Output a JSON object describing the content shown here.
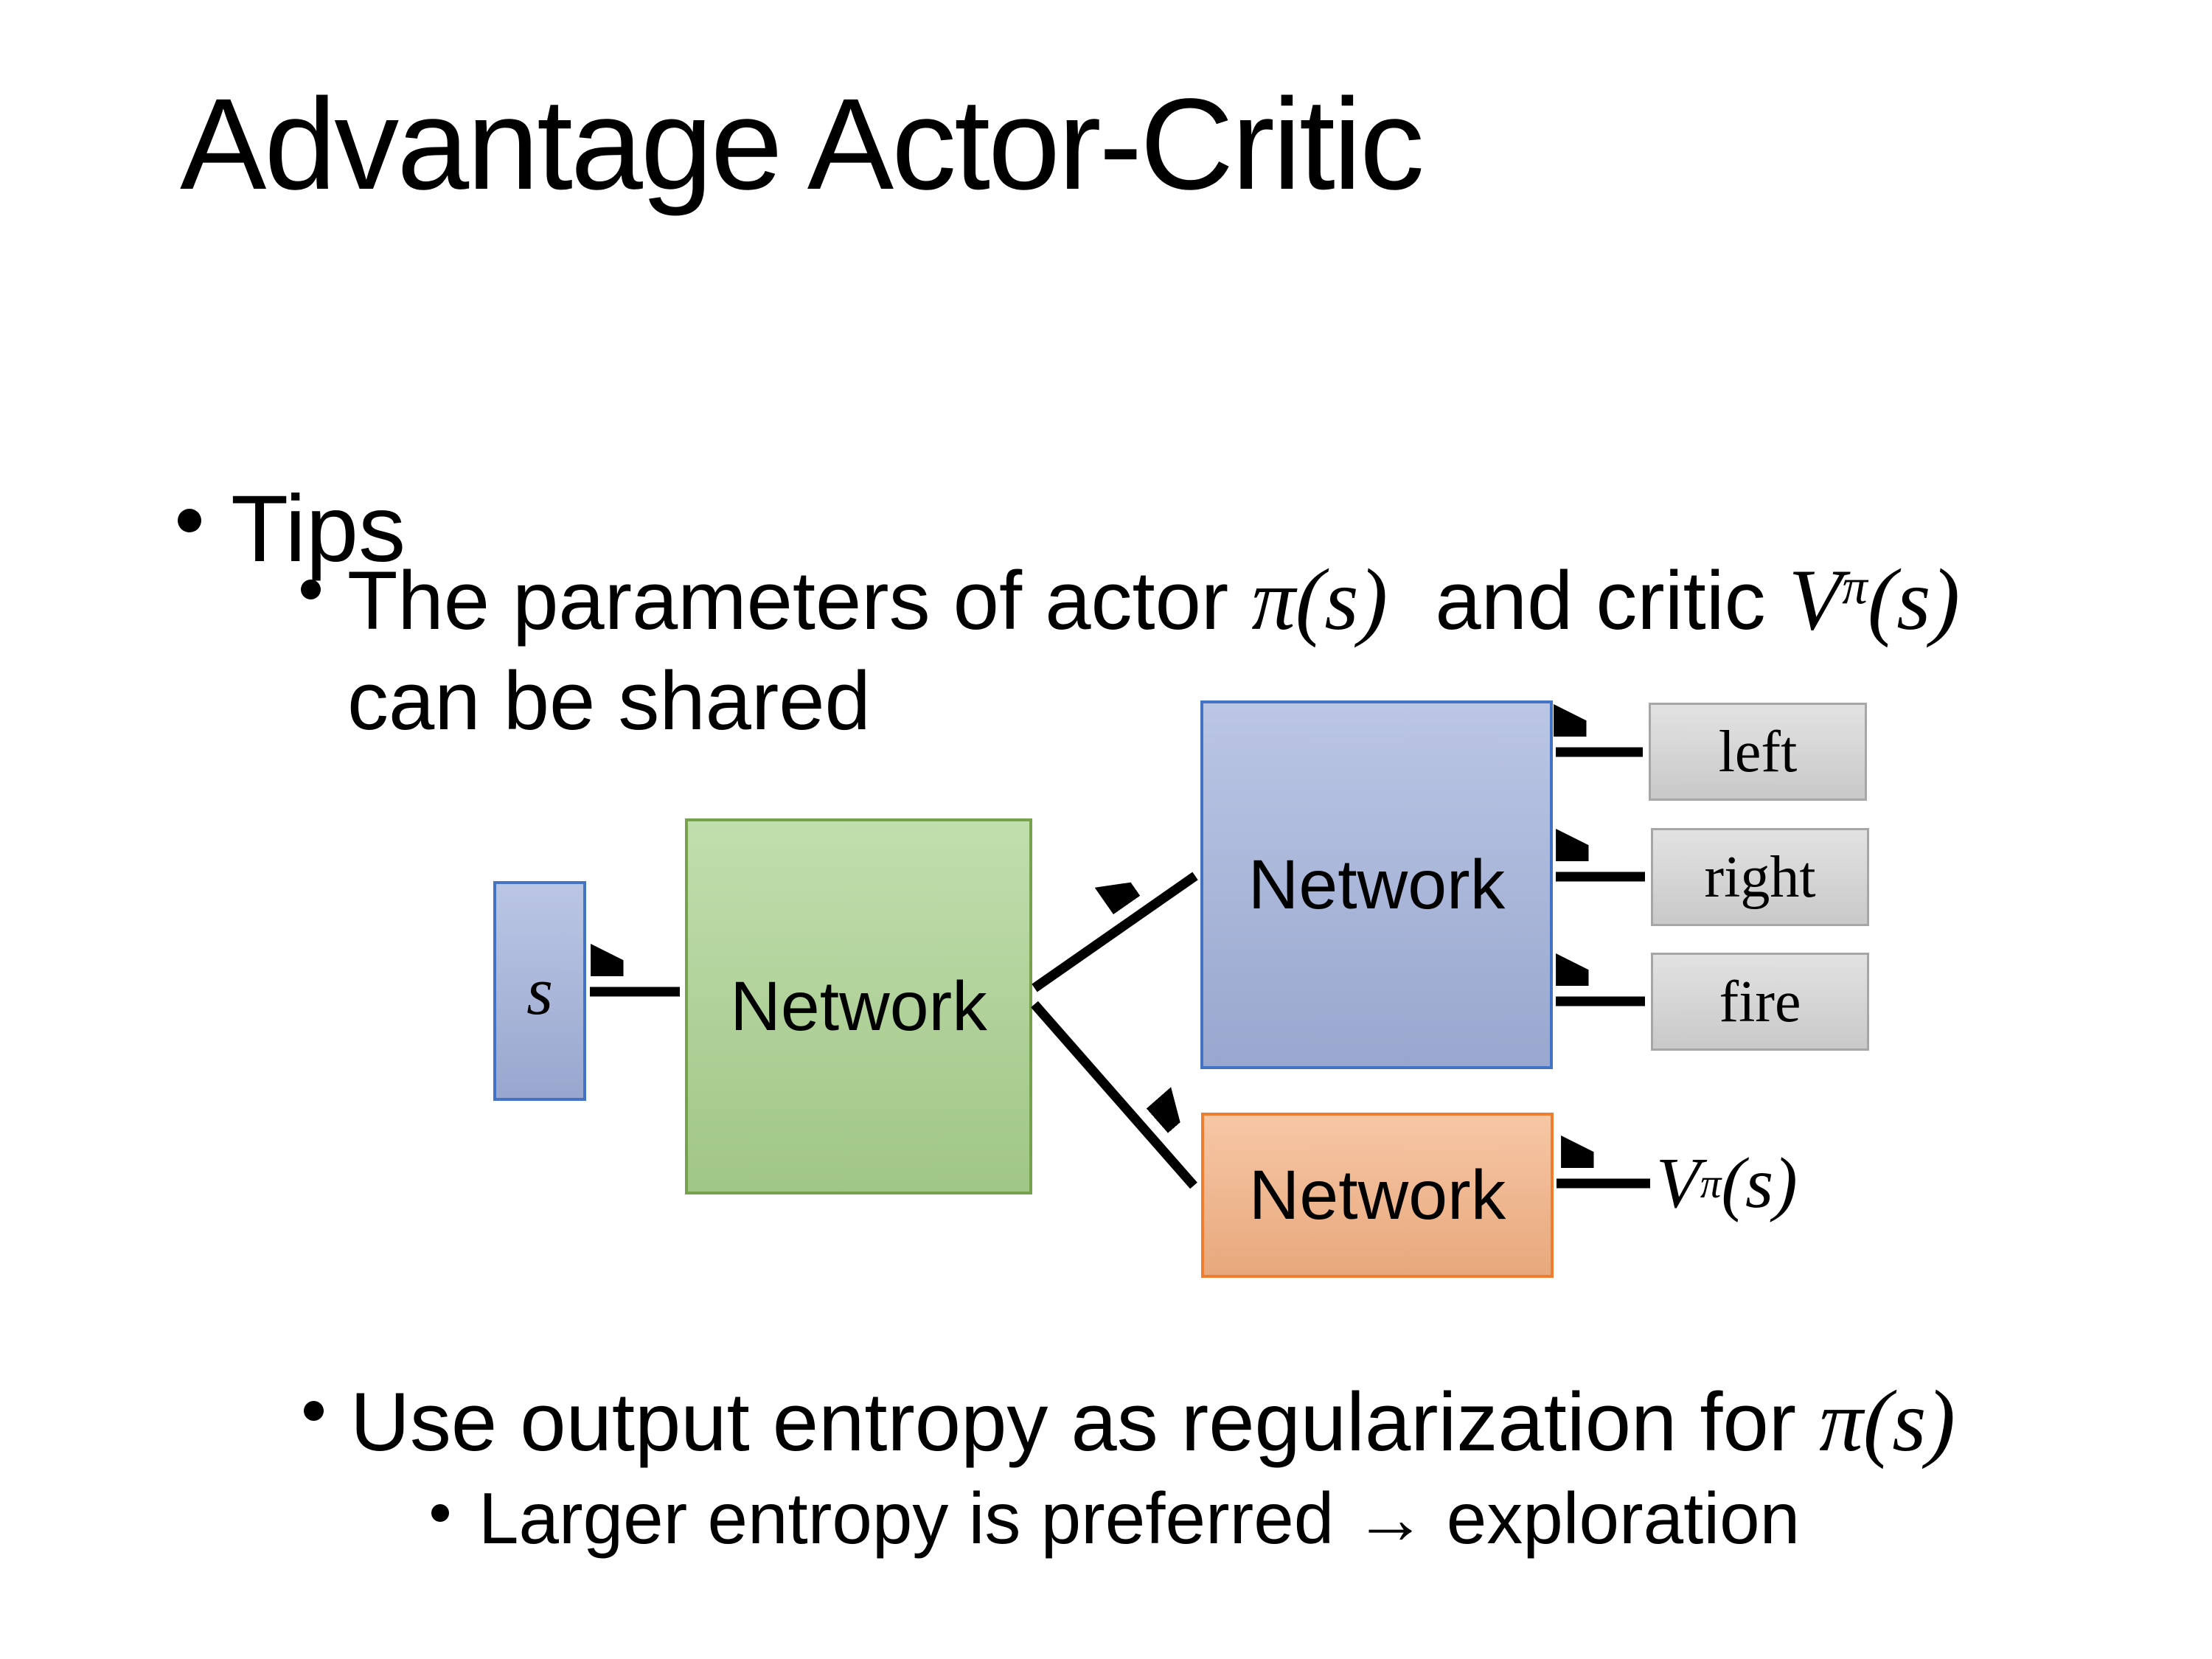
{
  "title": "Advantage Actor-Critic",
  "bullets": {
    "tips": "Tips",
    "shared": {
      "prefix": "The parameters of actor ",
      "actor_term": "π(s)",
      "mid": " and critic ",
      "critic_base": "V",
      "critic_sup": "π",
      "critic_args": "(s)",
      "line2": "can be shared"
    },
    "entropy": {
      "prefix": "Use output entropy as regularization for ",
      "pi_term": "π(s)"
    },
    "exploration": "Larger entropy is preferred → exploration"
  },
  "diagram": {
    "state_label": "s",
    "shared_network_label": "Network",
    "actor_network_label": "Network",
    "critic_network_label": "Network",
    "actions": [
      "left",
      "right",
      "fire"
    ],
    "value_base": "V",
    "value_sup": "π",
    "value_args": "(s)"
  },
  "colors": {
    "accent_blue": "#4472C4",
    "periwinkle_fill": "#A1B0DA",
    "green_fill": "#A9D18E",
    "green_border": "#76A24E",
    "orange_fill": "#F4B183",
    "orange_border": "#ED7D31",
    "gray_fill": "#D4D4D4",
    "gray_border": "#A6A6A6",
    "arrow": "#000000",
    "text": "#000000",
    "background": "#FFFFFF"
  }
}
